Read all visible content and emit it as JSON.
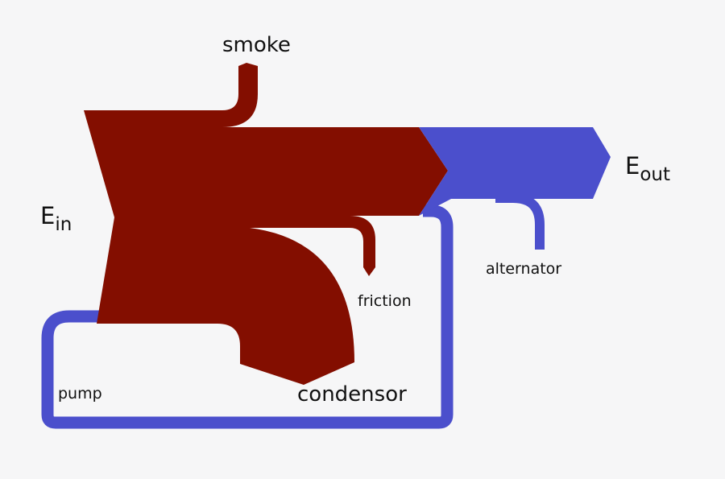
{
  "colors": {
    "heat_flow": "#830e00",
    "work_flow": "#4b4fcc",
    "background": "#f6f6f7",
    "text": "#111111"
  },
  "labels": {
    "e_in_main": "E",
    "e_in_sub": "in",
    "e_out_main": "E",
    "e_out_sub": "out",
    "smoke": "smoke",
    "friction": "friction",
    "alternator": "alternator",
    "condensor": "condensor",
    "pump": "pump"
  }
}
